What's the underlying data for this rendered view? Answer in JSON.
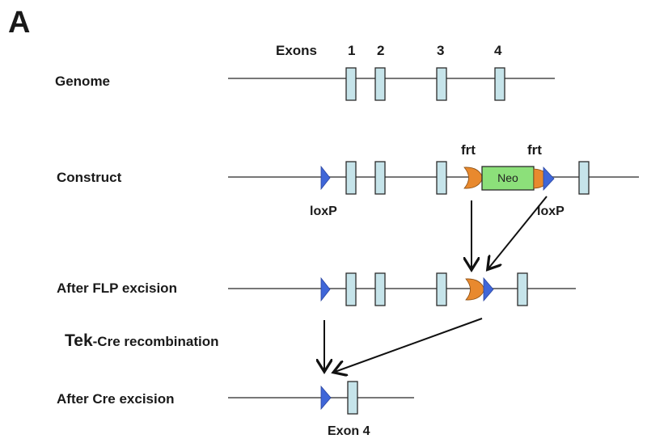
{
  "panel_label": "A",
  "exons_header": {
    "label": "Exons",
    "numbers": [
      "1",
      "2",
      "3",
      "4"
    ]
  },
  "rows": {
    "genome": "Genome",
    "construct": "Construct",
    "after_flp": "After FLP excision",
    "recombination_prefix": "Tek",
    "recombination_suffix": "-Cre recombination",
    "after_cre": "After Cre excision"
  },
  "element_labels": {
    "frt_left": "frt",
    "frt_right": "frt",
    "neo": "Neo",
    "loxp_left": "loxP",
    "loxp_right": "loxP",
    "exon4": "Exon 4"
  },
  "colors": {
    "exon_fill": "#c6e4ea",
    "loxp": "#3f66d8",
    "frt": "#e8892e",
    "neo": "#8ce07a",
    "line": "#777777"
  }
}
